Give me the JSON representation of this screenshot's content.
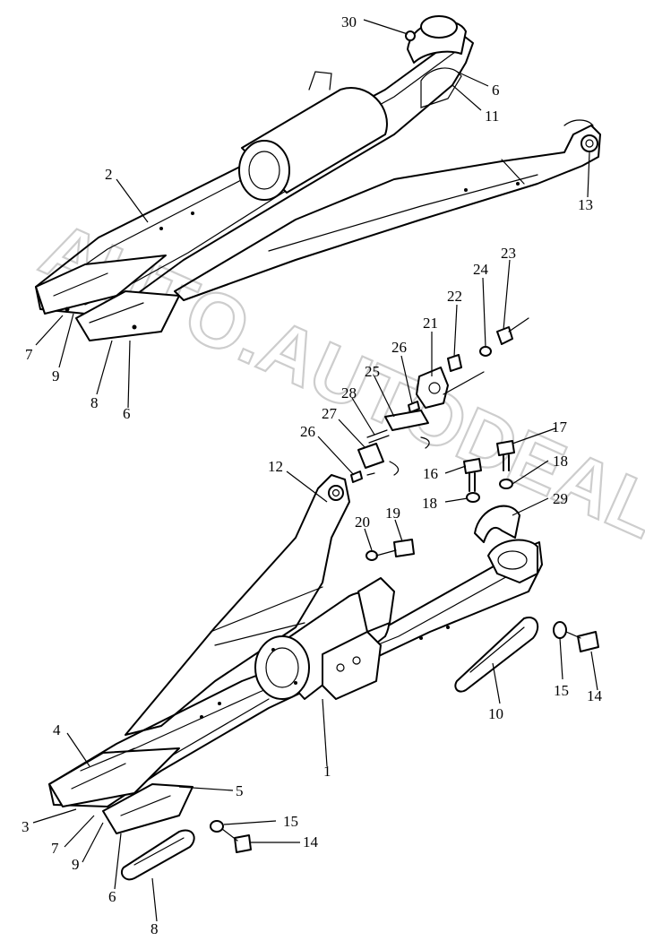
{
  "watermark": "AUTO.AUTODEALER.RU",
  "labels": {
    "l30": "30",
    "l6a": "6",
    "l11": "11",
    "l2": "2",
    "l13": "13",
    "l7a": "7",
    "l9a": "9",
    "l8a": "8",
    "l6b": "6",
    "l23": "23",
    "l24": "24",
    "l22": "22",
    "l21": "21",
    "l26a": "26",
    "l25": "25",
    "l28": "28",
    "l27": "27",
    "l26b": "26",
    "l17": "17",
    "l18a": "18",
    "l16": "16",
    "l18b": "18",
    "l29": "29",
    "l12": "12",
    "l20": "20",
    "l19": "19",
    "l15a": "15",
    "l14a": "14",
    "l10": "10",
    "l4": "4",
    "l1": "1",
    "l5": "5",
    "l3": "3",
    "l7b": "7",
    "l9b": "9",
    "l15b": "15",
    "l14b": "14",
    "l6c": "6",
    "l8b": "8"
  }
}
